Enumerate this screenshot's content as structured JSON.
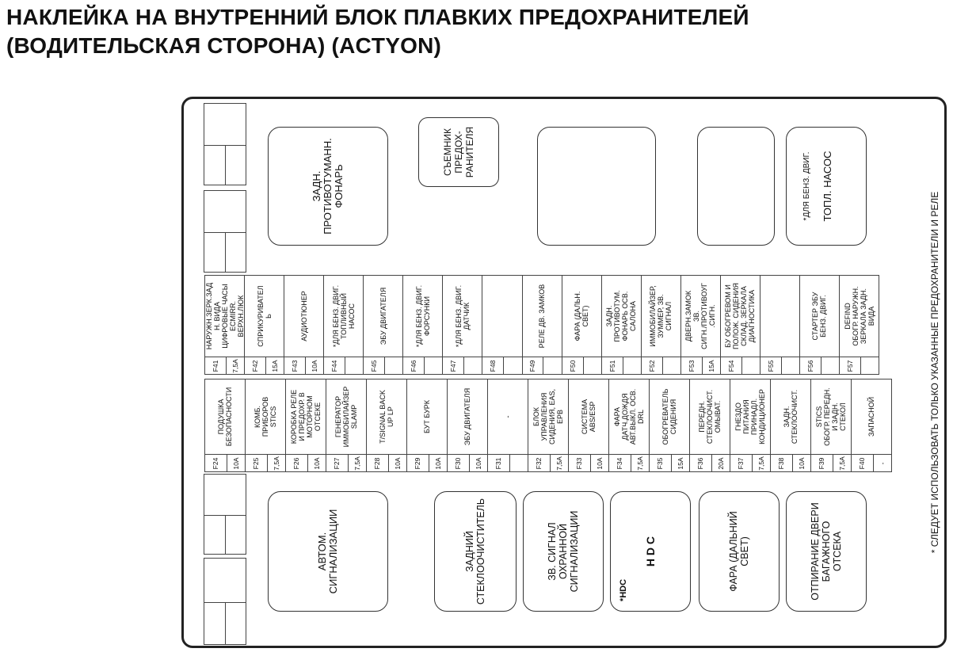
{
  "title": {
    "line1": "НАКЛЕЙКА НА ВНУТРЕННИЙ БЛОК ПЛАВКИХ ПРЕДОХРАНИТЕЛЕЙ",
    "line2": "(ВОДИТЕЛЬСКАЯ СТОРОНА) (ACTYON)"
  },
  "relays_top": {
    "rear_fog": "ЗАДН.\nПРОТИВОТУМАНН.\nФОНАРЬ",
    "puller": "СЪЕМНИК\nПРЕДОХ-\nРАНИТЕЛЯ",
    "blank1": "",
    "blank2": "",
    "fuel_note": "*ДЛЯ БЕНЗ. ДВИГ.",
    "fuel_pump": "ТОПЛ. НАСОС"
  },
  "relays_bottom": {
    "alarm": "АВТОМ.\nСИГНАЛИЗАЦИИ",
    "defroster": "ЗАДНИЙ\nСТЕКЛООЧИСТИТЕЛЬ",
    "horn": "ЗВ. СИГНАЛ\nОХРАННОЙ\nСИГНАЛИЗАЦИИ",
    "hdc_note": "*HDC",
    "hdc": "H D C",
    "high_beam": "ФАРА (ДАЛЬНИЙ\nСВЕТ)",
    "tailgate": "ОТПИРАНИЕ ДВЕРИ\nБАГАЖНОГО\nОТСЕКА"
  },
  "fuses_upper": [
    {
      "id": "F41",
      "amp": "7,5A",
      "desc": "НАРУЖН.ЗЕРК.ЗАД\nН. ВИДА\nЦИФРОВЫЕ ЧАСЫ\nECMIRR.\nВЕРХН.ЛЮК"
    },
    {
      "id": "F42",
      "amp": "15A",
      "desc": "СПРИКУРИВАТЕЛ\nЬ"
    },
    {
      "id": "F43",
      "amp": "10A",
      "desc": "АУДИОТЮНЕР"
    },
    {
      "id": "F44",
      "amp": "",
      "desc": "*ДЛЯ БЕНЗ. ДВИГ.\nТОПЛИВНЫЙ\nНАСОС"
    },
    {
      "id": "F45",
      "amp": "",
      "desc": "ЭБУ ДВИГАТЕЛЯ"
    },
    {
      "id": "F46",
      "amp": "",
      "desc": "*ДЛЯ БЕНЗ. ДВИГ.\nФОРСУНКИ"
    },
    {
      "id": "F47",
      "amp": "",
      "desc": "*ДЛЯ БЕНЗ. ДВИГ.\nДАТЧИК"
    },
    {
      "id": "F48",
      "amp": "",
      "desc": ""
    },
    {
      "id": "F49",
      "amp": "",
      "desc": "РЕЛЕ ДВ. ЗАМКОВ"
    },
    {
      "id": "F50",
      "amp": "",
      "desc": "ФАРА (ДАЛЬН.\nСВЕТ)"
    },
    {
      "id": "F51",
      "amp": "",
      "desc": "ЗАДН.\nПРОТИВОТУМ.\nФОНАРЬ ОСВ.\nСАЛОНА"
    },
    {
      "id": "F52",
      "amp": "",
      "desc": "ИММОБИЛАЙЗЕР,\nЗУММЕР, ЗВ.\nСИГНАЛ"
    },
    {
      "id": "F53",
      "amp": "15A",
      "desc": "ДВЕРН.ЗАМОК\nЗВ.\nСИГН./ПРОТИВОУГ\n.СИГН."
    },
    {
      "id": "F54",
      "amp": "",
      "desc": "БУ ОБОГРЕВОМ И\nПОЛОЖ. СИДЕНИЯ\nСКЛАД. ЗЕРКАЛА\nДИАГНОСТИКА"
    },
    {
      "id": "F55",
      "amp": "",
      "desc": ""
    },
    {
      "id": "F56",
      "amp": "",
      "desc": "СТАРТЕР ЭБУ\nБЕНЗ. ДВИГ."
    },
    {
      "id": "F57",
      "amp": "",
      "desc": "DEFIND\nОБОГР. НАРУЖН.\nЗЕРКАЛА ЗАДН.\nВИДА"
    }
  ],
  "fuses_lower": [
    {
      "id": "F24",
      "amp": "10A",
      "desc": "ПОДУШКА\nБЕЗОПАСНОСТИ"
    },
    {
      "id": "F25",
      "amp": "7,5A",
      "desc": "КОМБ.\nПРИБОРОВ\nSTICS"
    },
    {
      "id": "F26",
      "amp": "10A",
      "desc": "КОРОБКА РЕЛЕ\nИ ПРЕДОХР. В\nМОТОРНОМ\nОТСЕКЕ"
    },
    {
      "id": "F27",
      "amp": "7,5A",
      "desc": "ГЕНЕРАТОР\nИММОБИЛАЙЗЕР\nSLAMP"
    },
    {
      "id": "F28",
      "amp": "10A",
      "desc": "T/SIGNAL BACK\nUP LP"
    },
    {
      "id": "F29",
      "amp": "10A",
      "desc": "БУТ БУРК"
    },
    {
      "id": "F30",
      "amp": "10A",
      "desc": "ЭБУ ДВИГАТЕЛЯ"
    },
    {
      "id": "F31",
      "amp": "",
      "desc": "-"
    },
    {
      "id": "F32",
      "amp": "7,5A",
      "desc": "БЛОК\nУПРАВЛЕНИЯ\nСИДЕНИЯ, EAS,\nEPB"
    },
    {
      "id": "F33",
      "amp": "10A",
      "desc": "СИСТЕМА\nABS/ESP"
    },
    {
      "id": "F34",
      "amp": "7,5A",
      "desc": "ФАРА\nДАТЧ.ДОЖДЯ\nАВТ.ВЫКЛ. ОСВ.\nDRL"
    },
    {
      "id": "F35",
      "amp": "15A",
      "desc": "ОБОГРЕВАТЕЛЬ\nСИДЕНИЯ"
    },
    {
      "id": "F36",
      "amp": "20A",
      "desc": "ПЕРЕДН.\nСТЕКЛООЧИСТ.\nОМЫВАТ."
    },
    {
      "id": "F37",
      "amp": "7,5A",
      "desc": "ГНЕЗДО\nПИТАНИЯ\nПРИНАДЛ.\nКОНДИЦИОНЕР"
    },
    {
      "id": "F38",
      "amp": "10A",
      "desc": "ЗАДН.\nСТЕКЛООЧИСТ."
    },
    {
      "id": "F39",
      "amp": "7,5A",
      "desc": "STICS\nОБОГР. ПЕРЕДН.\nИ ЗАДН.\nСТЕКОЛ"
    },
    {
      "id": "F40",
      "amp": "-",
      "desc": "ЗАПАСНОЙ"
    }
  ],
  "footnote": "* СЛЕДУЕТ ИСПОЛЬЗОВАТЬ ТОЛЬКО УКАЗАННЫЕ ПРЕДОХРАНИТЕЛИ И РЕЛЕ"
}
